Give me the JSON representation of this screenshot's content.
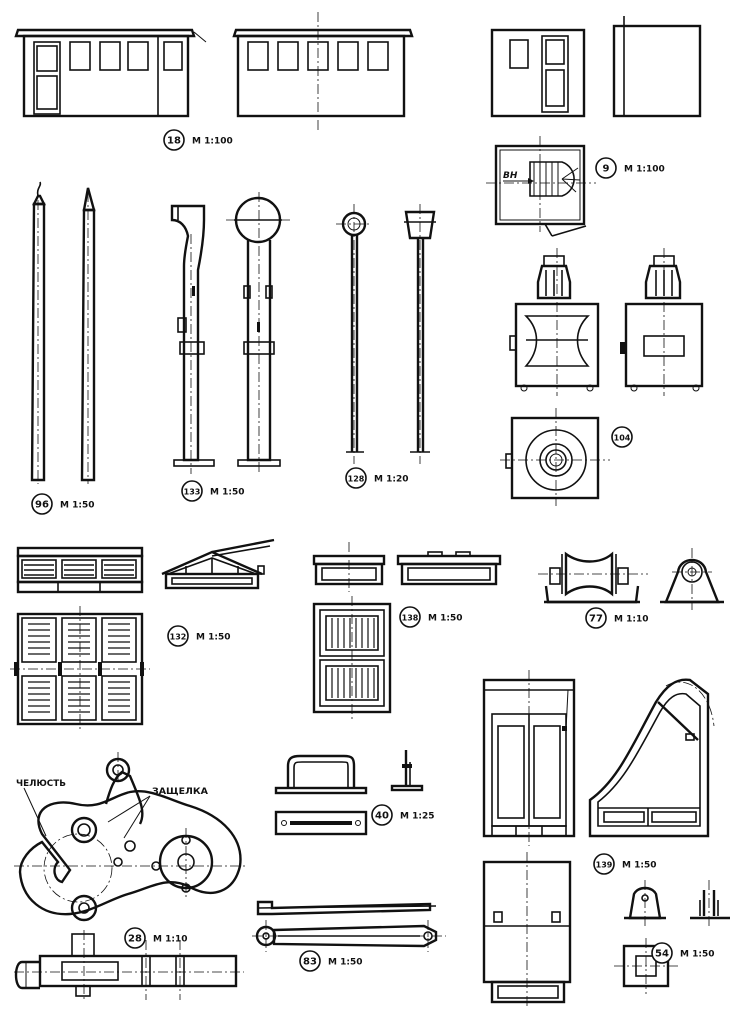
{
  "labels": [
    {
      "id": "18",
      "scale": "М 1:100"
    },
    {
      "id": "9",
      "scale": "М 1:100"
    },
    {
      "id": "96",
      "scale": "М 1:50"
    },
    {
      "id": "133",
      "scale": "М 1:50"
    },
    {
      "id": "128",
      "scale": "М 1:20"
    },
    {
      "id": "104",
      "scale": ""
    },
    {
      "id": "132",
      "scale": "М 1:50"
    },
    {
      "id": "138",
      "scale": "М 1:50"
    },
    {
      "id": "77",
      "scale": "М 1:10"
    },
    {
      "id": "40",
      "scale": "М 1:25"
    },
    {
      "id": "28",
      "scale": "М 1:10"
    },
    {
      "id": "83",
      "scale": "М 1:50"
    },
    {
      "id": "139",
      "scale": "М 1:50"
    },
    {
      "id": "54",
      "scale": "М 1:50"
    }
  ],
  "annotations": {
    "jaw": "ЧЕЛЮСТЬ",
    "latch": "ЗАЩЕЛКА",
    "entry": "ВН"
  }
}
